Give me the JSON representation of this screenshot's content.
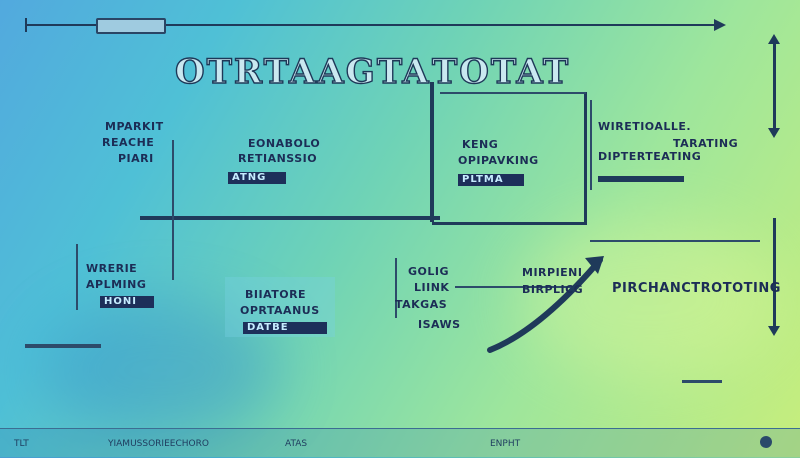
{
  "title": {
    "left": "OTRTAAGTA",
    "right": "TOTAT"
  },
  "boxes": [
    {
      "id": "box-a",
      "lines": [
        "MPARKIT",
        "REACHE",
        "PIARI"
      ],
      "chip": ""
    },
    {
      "id": "box-b",
      "lines": [
        "EONABOLO",
        "RETIANSSIO"
      ],
      "chip": "ATNG"
    },
    {
      "id": "box-c",
      "lines": [
        "KENG",
        "OPIPAVKING"
      ],
      "chip": "PLTMA"
    },
    {
      "id": "box-d",
      "lines": [
        "WIRETIOALLE.",
        "DIPTERTEATING"
      ],
      "chip": ""
    },
    {
      "id": "box-e",
      "lines": [
        "WRERIE",
        "APLMING"
      ],
      "chip": "HONI"
    },
    {
      "id": "box-f",
      "lines": [
        "BIIATORE",
        "OPRTAANUS"
      ],
      "chip": "DATBE"
    },
    {
      "id": "box-g",
      "lines": [
        "GOLIG",
        "LIINK",
        "TAKGAS",
        "ISAWS"
      ],
      "chip": ""
    },
    {
      "id": "box-h",
      "lines": [
        "MIRPIENI",
        "BIRPLICG"
      ],
      "chip": ""
    },
    {
      "id": "box-i",
      "lines": [
        "PIRCHANCTROTOTING"
      ],
      "chip": ""
    },
    {
      "id": "box-j",
      "lines": [
        "TARATING"
      ],
      "chip": ""
    }
  ],
  "status_bar": {
    "left": "TLT",
    "center_left": "YIAMUSSORIEECHORO",
    "center": "ATAS",
    "right": "ENPHT"
  }
}
